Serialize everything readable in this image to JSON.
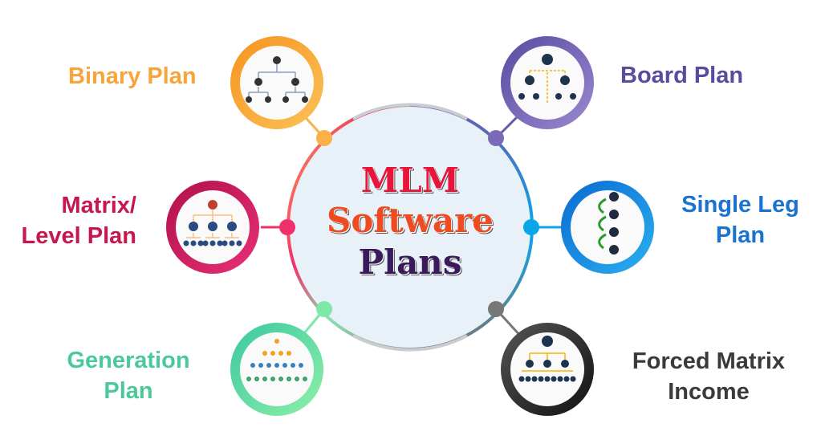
{
  "center": {
    "line1": "MLM",
    "line2": "Software",
    "line3": "Plans",
    "colors": {
      "line1": "#e8143c",
      "line2": "#f04a20",
      "line3": "#3a1a5a",
      "fill": "#e7f1f7"
    }
  },
  "plans": [
    {
      "name": "Binary Plan",
      "color": "#f9a43a",
      "icon": "binary-tree-icon"
    },
    {
      "name": "Board Plan",
      "color": "#5b4a9e",
      "icon": "board-tree-icon"
    },
    {
      "name_line1": "Matrix/",
      "name_line2": "Level Plan",
      "color": "#c8174f",
      "icon": "matrix-tree-icon"
    },
    {
      "name_line1": "Single Leg",
      "name_line2": "Plan",
      "color": "#1a73d0",
      "icon": "single-leg-icon"
    },
    {
      "name_line1": "Generation",
      "name_line2": "Plan",
      "color": "#4cc99a",
      "icon": "generation-tree-icon"
    },
    {
      "name_line1": "Forced Matrix",
      "name_line2": "Income",
      "color": "#3a3a3a",
      "icon": "forced-matrix-icon"
    }
  ]
}
